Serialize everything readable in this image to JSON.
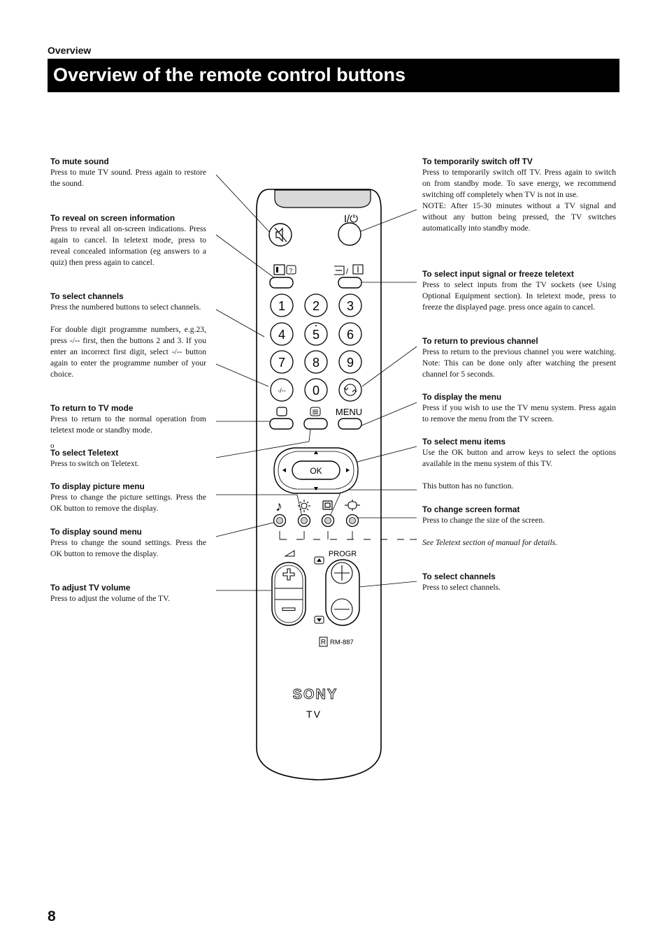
{
  "header": {
    "section": "Overview",
    "title": "Overview of the remote control buttons"
  },
  "left": [
    {
      "heading": "To mute sound",
      "body": "Press to mute TV sound. Press again to restore the sound."
    },
    {
      "heading": "To reveal on screen information",
      "body": "Press to reveal all on-screen indications. Press again to cancel. In teletext mode, press to reveal concealed information (eg answers to a quiz) then press again to cancel."
    },
    {
      "heading": "To select channels",
      "body": "Press the numbered buttons to select channels.",
      "body2": "For double digit programme numbers, e.g.23, press -/-- first, then the buttons 2 and 3. If you enter an incorrect first digit, select -/-- button again to enter the programme number of your choice."
    },
    {
      "heading": "To return to TV mode",
      "body": "Press to return to the normal operation from teletext mode or standby mode."
    },
    {
      "heading": "To select Teletext",
      "body": "Press to switch on Teletext."
    },
    {
      "heading": "To display picture menu",
      "body": "Press to change the picture settings. Press the OK button to remove the display."
    },
    {
      "heading": "To display sound menu",
      "body": "Press to change the sound settings. Press the OK button to remove the display."
    },
    {
      "heading": "To adjust TV volume",
      "body": "Press to adjust the volume of the TV."
    }
  ],
  "stray_mark": "o",
  "right": [
    {
      "heading": "To temporarily switch off TV",
      "body": "Press to temporarily switch off TV. Press again to switch on from standby mode. To save energy, we recommend switching off completely when TV is not in use.",
      "body2": "NOTE: After 15-30 minutes without a TV signal and without any button being pressed, the TV switches automatically into standby mode."
    },
    {
      "heading": "To select input signal or freeze teletext",
      "body": "Press to select inputs from the TV sockets (see Using Optional Equipment section). In teletext mode, press to freeze the displayed page. press once again to cancel."
    },
    {
      "heading": "To return to previous channel",
      "body": "Press to return to the previous channel you were watching. Note: This can be done only after watching the present channel for 5 seconds."
    },
    {
      "heading": "To display the menu",
      "body": "Press if you wish to use the TV menu system. Press again to remove the menu from the TV screen."
    },
    {
      "heading": "To select menu items",
      "body": "Use the OK button and arrow keys to select the options available in the menu system of this TV."
    },
    {
      "body": "This button has no function."
    },
    {
      "heading": "To change screen format",
      "body": "Press to change the size of the screen.",
      "note": "See Teletext section of manual for details."
    },
    {
      "heading": "To select channels",
      "body": "Press to select channels."
    }
  ],
  "remote": {
    "digits": [
      "1",
      "2",
      "3",
      "4",
      "5",
      "6",
      "7",
      "8",
      "9",
      "-/--",
      "0"
    ],
    "menu_label": "MENU",
    "ok_label": "OK",
    "progr_label": "PROGR",
    "model_mark": "R",
    "model": "RM-887",
    "brand": "SONY",
    "brand_sub": "TV",
    "power_label": "I/⏻"
  },
  "page_number": "8"
}
